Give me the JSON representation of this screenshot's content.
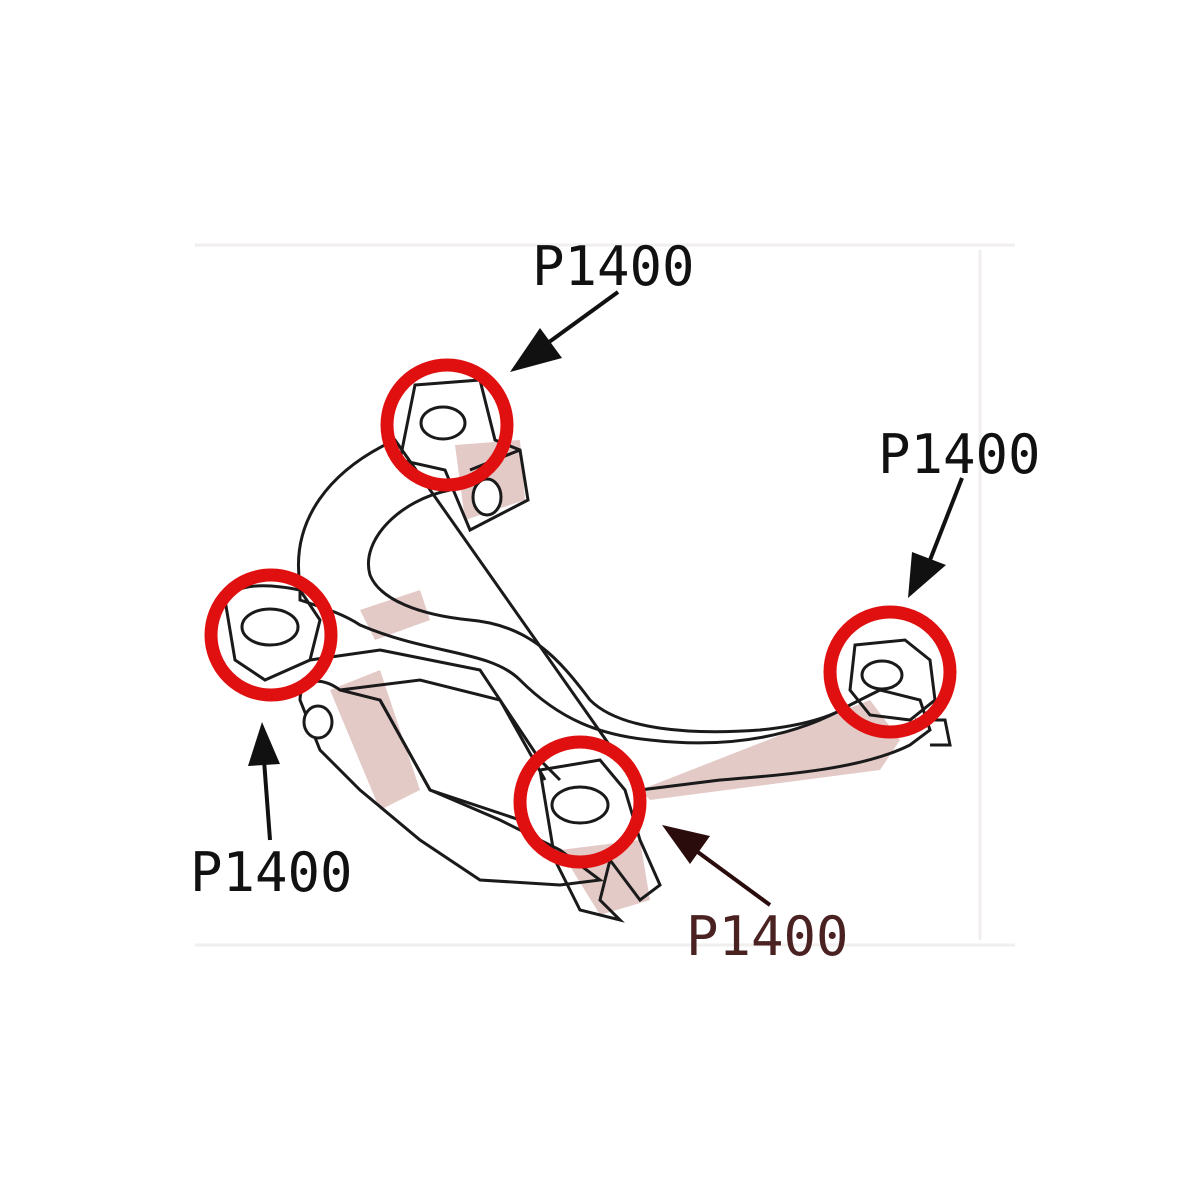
{
  "colors": {
    "ring": "#e01010",
    "outline": "#1a1a1a",
    "part_fill": "#ffffff",
    "shade": "#d9b8b4",
    "arrow": "#111111",
    "arrow_bottom": "#2a0c0c"
  },
  "labels": {
    "top": "P1400",
    "right": "P1400",
    "left": "P1400",
    "bottom": "P1400"
  }
}
